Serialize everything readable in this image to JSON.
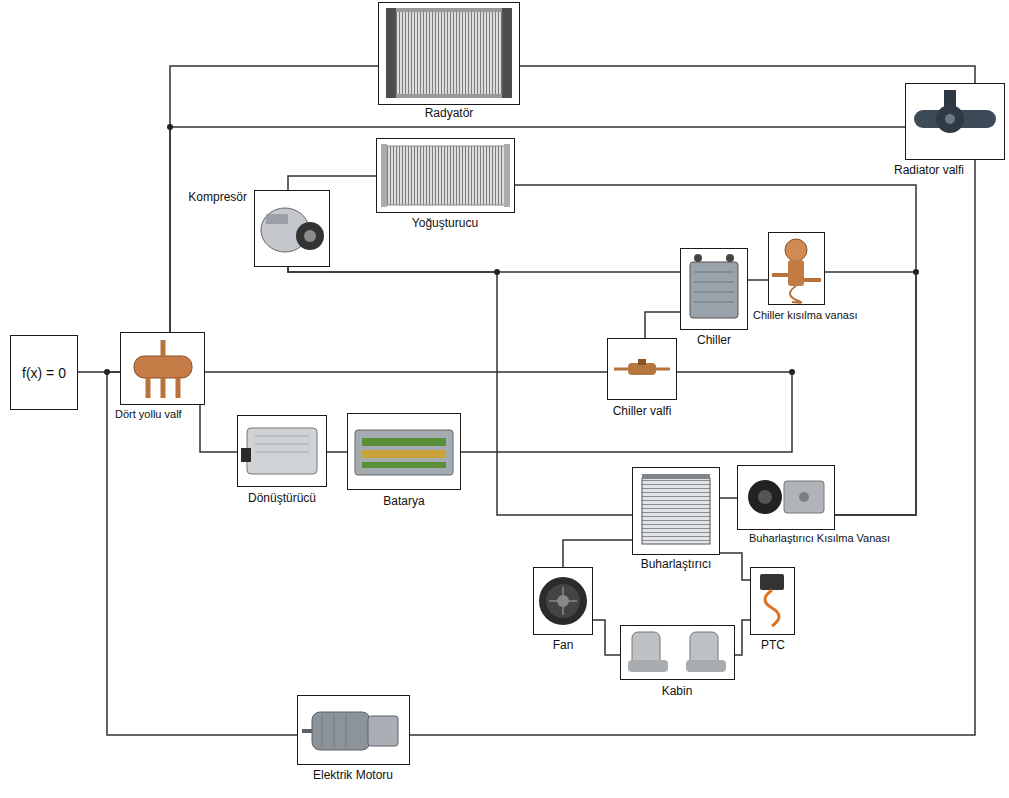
{
  "diagram": {
    "nodes": [
      {
        "text": [
          "f(x) = 0"
        ]
      },
      {
        "text": [
          "Radyatör"
        ]
      },
      {
        "text": [
          "Radiator valfi"
        ]
      },
      {
        "text": [
          "Yoğuşturucu"
        ]
      },
      {
        "text": [
          "Kompresör"
        ]
      },
      {
        "text": [
          "Chiller"
        ]
      },
      {
        "text": [
          "Chiller kısılma vanası"
        ]
      },
      {
        "text": [
          "Dört yollu valf"
        ]
      },
      {
        "text": [
          "Chiller valfi"
        ]
      },
      {
        "text": [
          "Dönüştürücü"
        ]
      },
      {
        "text": [
          "Batarya"
        ]
      },
      {
        "text": [
          "Buharlaştırıcı"
        ]
      },
      {
        "text": [
          "Buharlaştırıcı Kısılma Vanası"
        ]
      },
      {
        "text": [
          "Fan"
        ]
      },
      {
        "text": [
          "PTC"
        ]
      },
      {
        "text": [
          "Kabin"
        ]
      },
      {
        "text": [
          "Elektrik Motoru"
        ]
      }
    ],
    "edges": [
      {
        "from": 0,
        "to": 7,
        "arrow": "none"
      },
      {
        "from": 7,
        "to": 1,
        "arrow": "none"
      },
      {
        "from": 1,
        "to": 2,
        "arrow": "none"
      },
      {
        "from": 7,
        "to": 2,
        "arrow": "none"
      },
      {
        "from": 2,
        "to": 16,
        "arrow": "none"
      },
      {
        "from": 16,
        "to": 7,
        "arrow": "none"
      },
      {
        "from": 4,
        "to": 3,
        "arrow": "none"
      },
      {
        "from": 3,
        "to": 12,
        "arrow": "none"
      },
      {
        "from": 4,
        "to": 5,
        "arrow": "none"
      },
      {
        "from": 4,
        "to": 11,
        "arrow": "none"
      },
      {
        "from": 5,
        "to": 6,
        "arrow": "none"
      },
      {
        "from": 6,
        "to": 12,
        "arrow": "none"
      },
      {
        "from": 5,
        "to": 8,
        "arrow": "none"
      },
      {
        "from": 7,
        "to": 8,
        "arrow": "none"
      },
      {
        "from": 8,
        "to": 10,
        "arrow": "none"
      },
      {
        "from": 7,
        "to": 9,
        "arrow": "none"
      },
      {
        "from": 9,
        "to": 10,
        "arrow": "none"
      },
      {
        "from": 11,
        "to": 12,
        "arrow": "none"
      },
      {
        "from": 11,
        "to": 13,
        "arrow": "none"
      },
      {
        "from": 11,
        "to": 14,
        "arrow": "none"
      },
      {
        "from": 13,
        "to": 15,
        "arrow": "none"
      },
      {
        "from": 14,
        "to": 15,
        "arrow": "none"
      }
    ]
  }
}
